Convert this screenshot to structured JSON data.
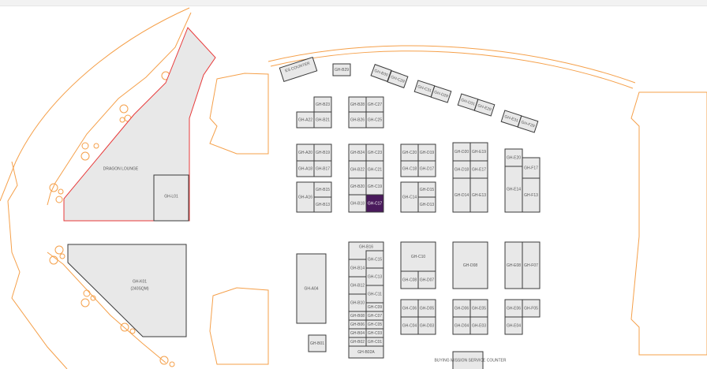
{
  "map": {
    "selected_booth": "GH-C17",
    "colors": {
      "booth_fill": "#e8e8e8",
      "selected": "#4a1a5c",
      "venue_outline": "#f5a04a",
      "lounge_outline": "#e83a3a"
    },
    "areas": {
      "dragon_lounge": "DRAGON LOUNGE",
      "k01_name": "GH-K01",
      "k01_size": "(240SQM)",
      "l01": "GH-L01",
      "es_counter": "ES COUNTER",
      "buying_mission": "BUYING MISSION SERVICE COUNTER"
    },
    "booths": [
      "GH-B29",
      "GH-B30",
      "GH-C29",
      "GH-C31",
      "GH-D29",
      "GH-D31",
      "GH-E29",
      "GH-E31",
      "GH-F29",
      "GH-B23",
      "GH-A22",
      "GH-B21",
      "GH-B28",
      "GH-C27",
      "GH-B26",
      "GH-C25",
      "GH-A20",
      "GH-B19",
      "GH-A18",
      "GH-B17",
      "GH-A16",
      "GH-B15",
      "GH-B13",
      "GH-B24",
      "GH-C23",
      "GH-B22",
      "GH-C21",
      "GH-B20",
      "GH-C19",
      "GH-B18",
      "GH-C17",
      "GH-C20",
      "GH-D19",
      "GH-C18",
      "GH-D17",
      "GH-C14",
      "GH-D15",
      "GH-D13",
      "GH-D20",
      "GH-E19",
      "GH-D18",
      "GH-E17",
      "GH-D14",
      "GH-E13",
      "GH-E20",
      "GH-E14",
      "GH-F17",
      "GH-F13",
      "GH-A04",
      "GH-B01",
      "GH-B16",
      "GH-C15",
      "GH-B14",
      "GH-C13",
      "GH-B12",
      "GH-C11",
      "GH-B10",
      "GH-C09",
      "GH-B08",
      "GH-C07",
      "GH-B06",
      "GH-C05",
      "GH-B04",
      "GH-C03",
      "GH-B02",
      "GH-C01",
      "GH-B02A",
      "GH-C10",
      "GH-C08",
      "GH-D07",
      "GH-C06",
      "GH-D05",
      "GH-C04",
      "GH-D03",
      "GH-D08",
      "GH-D06",
      "GH-E05",
      "GH-D04",
      "GH-E03",
      "GH-E08",
      "GH-F07",
      "GH-E06",
      "GH-F05",
      "GH-E04"
    ]
  }
}
